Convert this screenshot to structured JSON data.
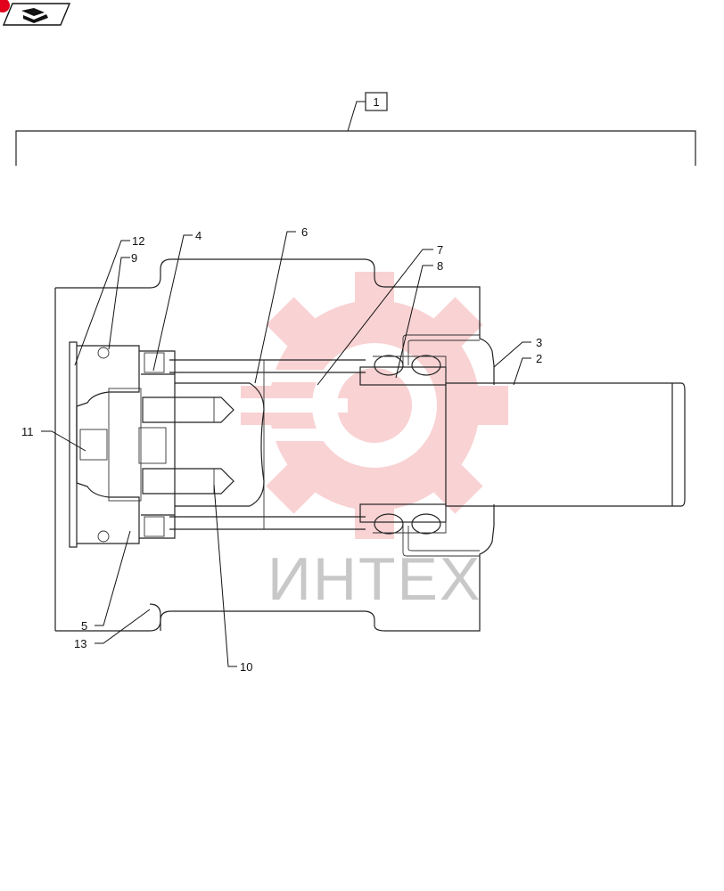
{
  "header": {
    "badge_icon": "book-hand-icon",
    "badge_color": "#e2001a"
  },
  "assembly_label": "1",
  "callouts": {
    "c2": "2",
    "c3": "3",
    "c4": "4",
    "c5": "5",
    "c6": "6",
    "c7": "7",
    "c8": "8",
    "c9": "9",
    "c10": "10",
    "c11": "11",
    "c12": "12",
    "c13": "13"
  },
  "watermark": {
    "text": "ИНТЕХ",
    "icon": "gear-logo-icon",
    "color": "#e8363d"
  }
}
